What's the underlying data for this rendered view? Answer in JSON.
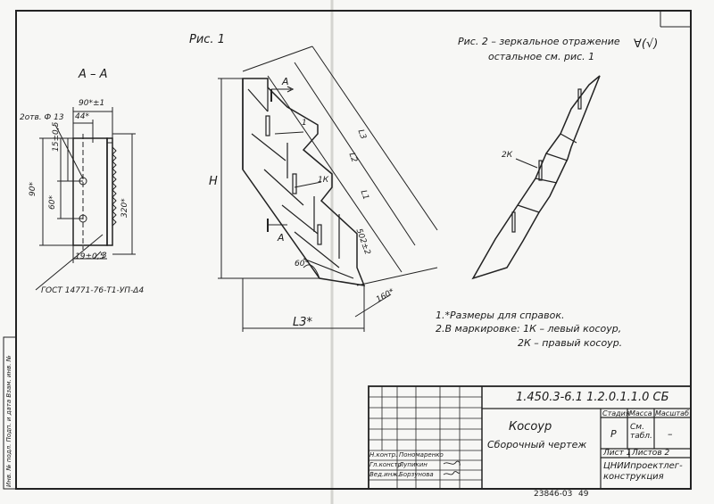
{
  "fig1": {
    "title": "Рис. 1"
  },
  "fig2": {
    "title": "Рис. 2 – зеркальное отражение",
    "subtitle": "остальное см. рис. 1",
    "roughness": "∀(√)"
  },
  "section": {
    "title": "А – А",
    "dims": {
      "w_top": "90*±1",
      "hole": "44*",
      "holes_note": "2отв. Ф 13",
      "d15": "15±0,5",
      "d60": "60*",
      "d90": "90*",
      "d320": "320*",
      "d19": "19±0,5",
      "mark3": "3",
      "gost": "ГОСТ 14771-76-Т1-УП-Δ4"
    }
  },
  "main": {
    "section_mark_top": "А",
    "section_mark_bottom": "А",
    "h": "H",
    "L3": "L3",
    "L2": "L2",
    "L1": "L1",
    "d502": "502±2",
    "d160": "160*",
    "angle": "60°",
    "pos1": "1",
    "pos1k": "1К",
    "L3bottom": "L3*"
  },
  "fig2_marks": {
    "pos2k": "2К"
  },
  "notes": [
    "1.*Размеры для справок.",
    "2.В маркировке: 1К – левый косоур,",
    "2К – правый косоур."
  ],
  "title_block": {
    "code": "1.450.3-6.1 1.2.0.1.1.0 СБ",
    "name": "Косоур",
    "subname": "Сборочный чертеж",
    "h_stage": "Стадия",
    "h_mass": "Масса",
    "h_scale": "Масштаб",
    "stage": "Р",
    "mass": "См. табл.",
    "scale": "–",
    "sheet": "Лист 1",
    "sheets": "Листов 2",
    "org": "ЦНИИпроектлег-конструкция",
    "roles": [
      "Н.контр.",
      "Гл.констр.",
      "Вед.инж."
    ],
    "names": [
      "Пономаренко",
      "Лупикин",
      "Борзунова"
    ]
  },
  "footer": {
    "stamp": "23846-03",
    "num": "49"
  },
  "side_text": "Инв. № подл. Подп. и дата Взам. инв. №"
}
